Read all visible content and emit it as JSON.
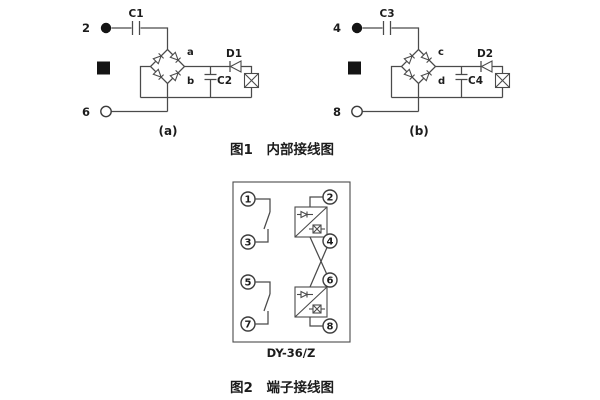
{
  "figure1": {
    "caption": "图1　内部接线图",
    "sub_a": {
      "label": "(a)",
      "terminal_top": "2",
      "terminal_bottom": "6",
      "cap_input": "C1",
      "cap_filter": "C2",
      "diode": "D1",
      "point_top": "a",
      "point_bottom": "b"
    },
    "sub_b": {
      "label": "(b)",
      "terminal_top": "4",
      "terminal_bottom": "8",
      "cap_input": "C3",
      "cap_filter": "C4",
      "diode": "D2",
      "point_top": "c",
      "point_bottom": "d"
    }
  },
  "figure2": {
    "caption": "图2　端子接线图",
    "model": "DY-36/Z",
    "left_terminals": [
      "1",
      "3",
      "5",
      "7"
    ],
    "right_terminals": [
      "2",
      "4",
      "6",
      "8"
    ]
  },
  "colors": {
    "line": "#4a4a4a",
    "text": "#1c1c1c",
    "background": "#ffffff"
  }
}
